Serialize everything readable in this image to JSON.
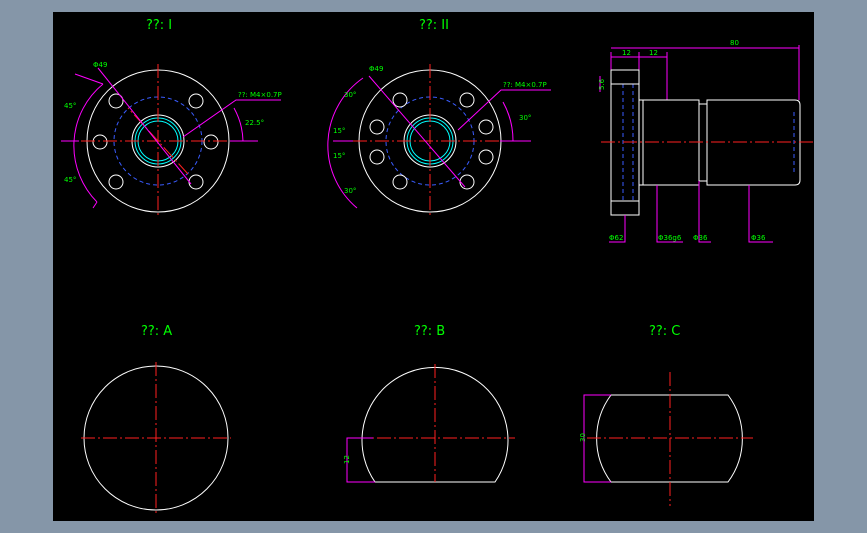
{
  "views": {
    "view_i": {
      "title": "??: I",
      "dia_label": "Φ49",
      "thread_label": "??: M4×0.7P",
      "angle_top": "45°",
      "angle_bottom": "45°",
      "angle_right": "22.5°"
    },
    "view_ii": {
      "title": "??: II",
      "dia_label": "Φ49",
      "thread_label": "??: M4×0.7P",
      "angle_1": "30°",
      "angle_2": "15°",
      "angle_3": "15°",
      "angle_4": "30°",
      "angle_right": "30°"
    },
    "side": {
      "dim_top_1": "12",
      "dim_top_2": "12",
      "dim_overall": "80",
      "dim_flange": "5.6",
      "dia_flange": "Φ62",
      "dia_1": "Φ36g6",
      "dia_2": "Φ36",
      "dia_3": "Φ36"
    },
    "view_a": {
      "title": "??: A"
    },
    "view_b": {
      "title": "??: B",
      "dim_cut": "12"
    },
    "view_c": {
      "title": "??: C",
      "dim_width": "30"
    }
  },
  "colors": {
    "background": "#000000",
    "outline": "#ffffff",
    "centerline": "#ff2020",
    "dimension": "#ff00ff",
    "text": "#00ff00",
    "hidden": "#3a5cff",
    "thread": "#00ffff"
  }
}
